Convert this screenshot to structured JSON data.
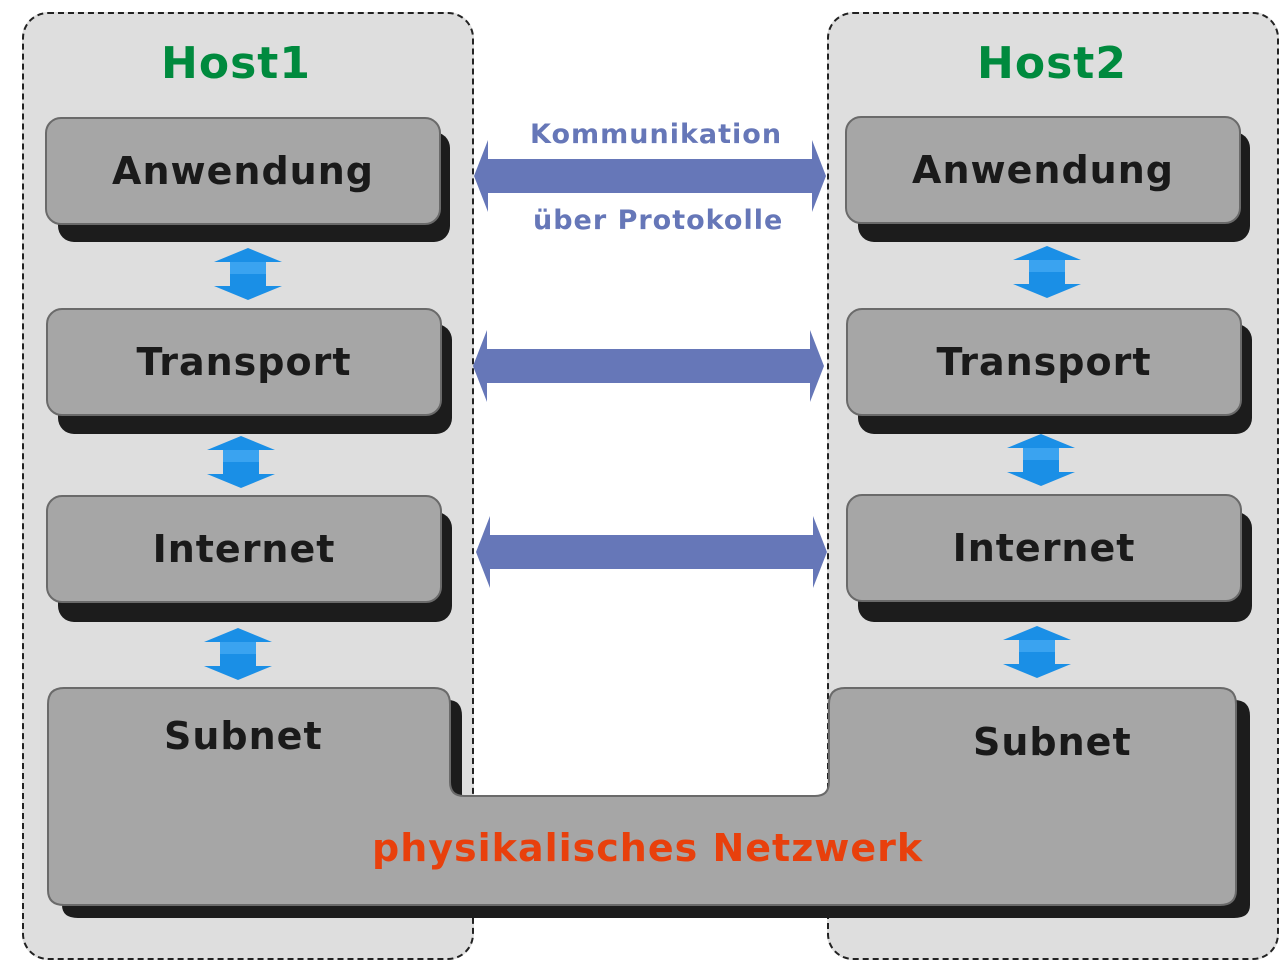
{
  "hosts": [
    {
      "title": "Host1",
      "layers": [
        "Anwendung",
        "Transport",
        "Internet",
        "Subnet"
      ]
    },
    {
      "title": "Host2",
      "layers": [
        "Anwendung",
        "Transport",
        "Internet",
        "Subnet"
      ]
    }
  ],
  "communication": {
    "line1": "Kommunikation",
    "line2": "über Protokolle"
  },
  "network": {
    "label": "physikalisches Netzwerk"
  },
  "colors": {
    "host_title": "#008a3e",
    "network_label": "#e8400c",
    "protocol_arrow": "#6677b8",
    "layer_arrow": "#1a8fe6",
    "layer_fill": "#a6a6a6",
    "container_fill": "#dedede"
  }
}
